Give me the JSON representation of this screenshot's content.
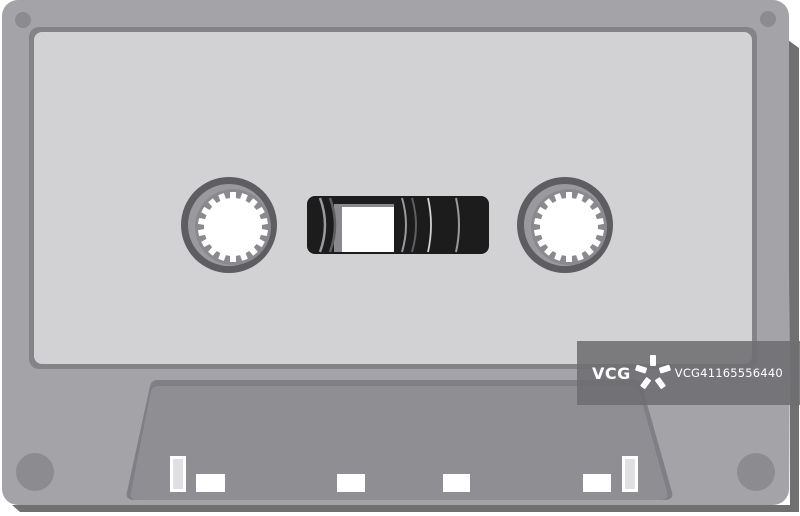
{
  "image": {
    "subject": "audio-cassette-tape",
    "colors": {
      "shell": "#a4a4a8",
      "shell_shadow": "#7f7f85",
      "label": "#d2d2d5",
      "tape_window": "#1c1c1c",
      "reel_hub": "#ffffff",
      "reel_ring": "#5e5e62",
      "lower_panel": "#8f8f93"
    }
  },
  "watermark": {
    "brand": "VCG",
    "id": "VCG41165556440",
    "icon": "vcg-pinwheel-icon"
  }
}
